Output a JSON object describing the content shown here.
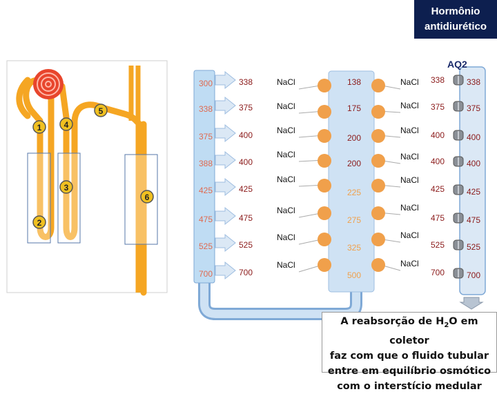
{
  "header": {
    "title_line1": "Hormônio",
    "title_line2": "antidiurético"
  },
  "aqp_label": "AQ2",
  "nephron_markers": [
    "1",
    "2",
    "3",
    "4",
    "5",
    "6"
  ],
  "descending_values": [
    "300",
    "338",
    "375",
    "388",
    "425",
    "475",
    "525",
    "700"
  ],
  "interstitium_values": [
    "338",
    "375",
    "400",
    "400",
    "425",
    "475",
    "525",
    "700"
  ],
  "left_nacl_labels": [
    "NaCl",
    "NaCl",
    "NaCl",
    "NaCl",
    "NaCl",
    "NaCl",
    "NaCl",
    "NaCl"
  ],
  "ascending_values": [
    "138",
    "175",
    "200",
    "200",
    "225",
    "275",
    "325",
    "500"
  ],
  "right_nacl_labels": [
    "NaCl",
    "NaCl",
    "NaCl",
    "NaCl",
    "NaCl",
    "NaCl",
    "NaCl",
    "NaCl"
  ],
  "outer_values": [
    "338",
    "375",
    "400",
    "400",
    "425",
    "475",
    "525",
    "700"
  ],
  "collecting_duct_values": [
    "338",
    "375",
    "400",
    "400",
    "425",
    "475",
    "525",
    "700"
  ],
  "caption": {
    "line1_pre": "A reabsorção de H",
    "line1_sub": "2",
    "line1_post": "O em coletor",
    "line2": "faz com que o fluido tubular",
    "line3": "entre em equilíbrio osmótico",
    "line4": "com o interstício medular"
  },
  "colors": {
    "title_bg": "#0d1f4f",
    "tubule_orange": "#f5a623",
    "glomerulus_red": "#e8452c",
    "node_orange": "#f0a04b",
    "column_blue": "#bfdcf3",
    "pale_blue": "#dbe8f5",
    "dark_red_text": "#8b1a1a",
    "light_red_text": "#e06a50"
  }
}
